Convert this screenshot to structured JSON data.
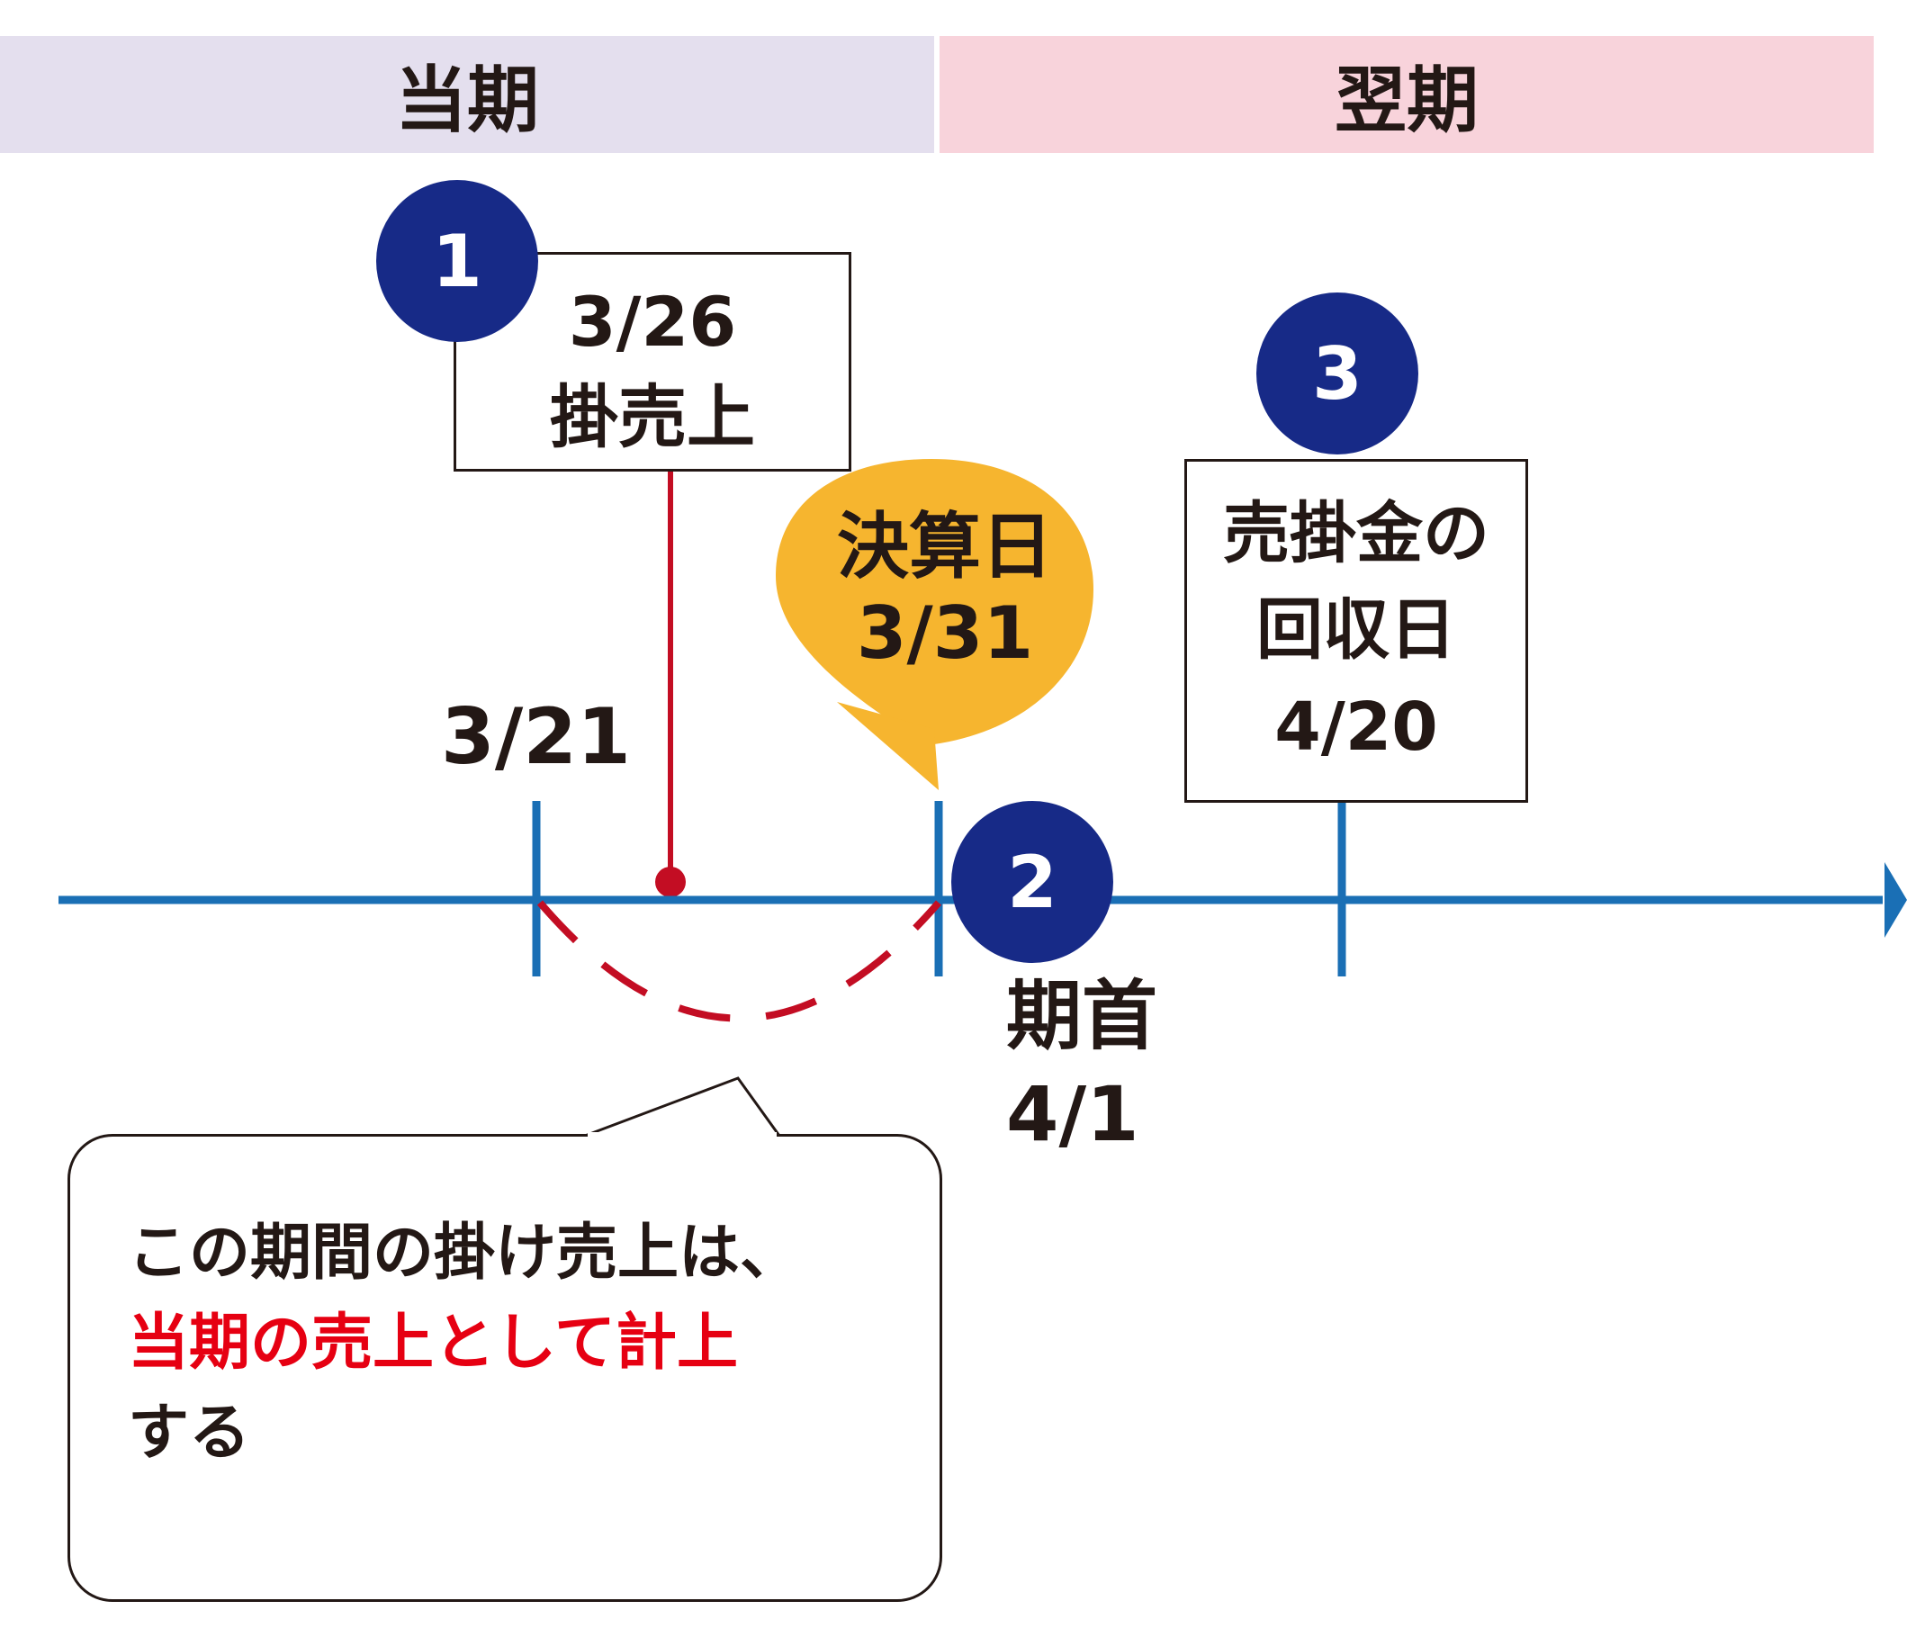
{
  "periods": {
    "current": "当期",
    "next": "翌期"
  },
  "markers": [
    {
      "number": "1",
      "lines": [
        "3/26",
        "掛売上"
      ]
    },
    {
      "number": "2",
      "lines": [
        "期首",
        "4/1"
      ]
    },
    {
      "number": "3",
      "lines": [
        "売掛金の",
        "回収日",
        "4/20"
      ]
    }
  ],
  "timeline": {
    "start_label": "3/21",
    "closing_bubble": [
      "決算日",
      "3/31"
    ]
  },
  "note": {
    "line1": "この期間の掛け売上は、",
    "line2": "当期の売上として計上",
    "line3": "する"
  },
  "colors": {
    "timeline": "#1a6fb5",
    "sale_line": "#c30d23",
    "marker_circle": "#172a87",
    "bubble": "#f6b52f",
    "current_band": "#e4dfee",
    "next_band": "#f8d3db",
    "highlight_text": "#e60012"
  }
}
